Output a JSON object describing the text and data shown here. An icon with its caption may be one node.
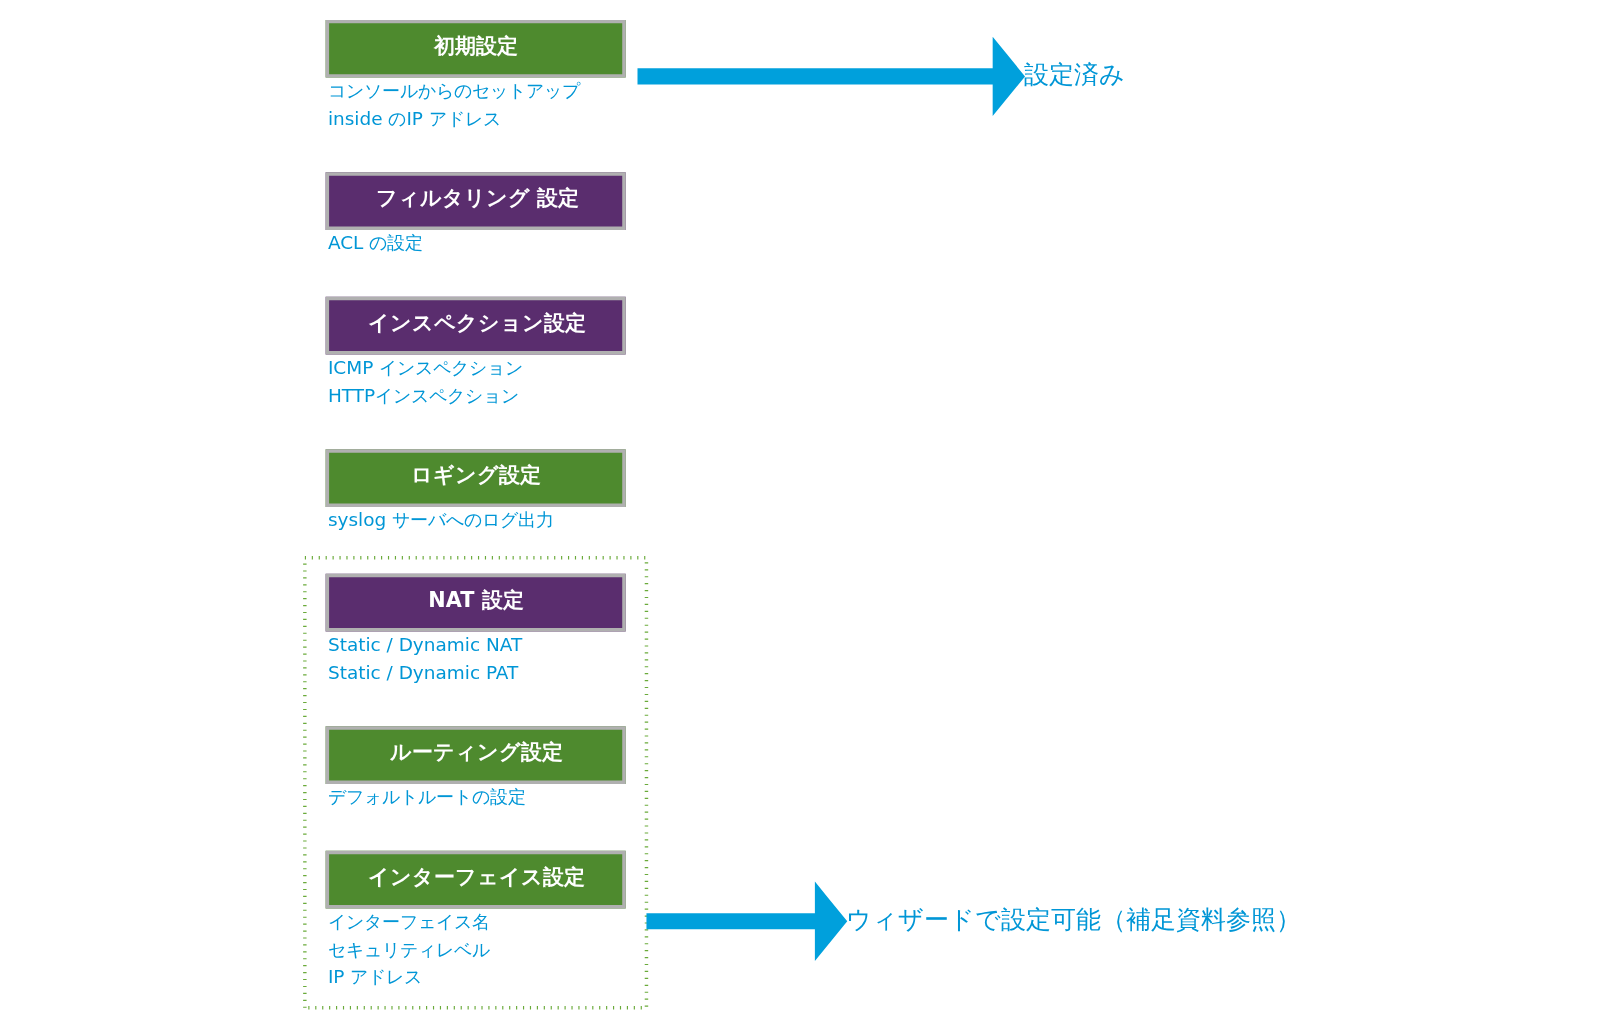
{
  "diagram": {
    "nodes": [
      {
        "text": [
          "初期設定"
        ],
        "beside": [
          "コンソールからのセットアップ",
          "inside のIP アドレス"
        ]
      },
      {
        "text": [
          "設定済み"
        ]
      },
      {
        "text": [],
        "shape": "box"
      },
      {
        "text": [
          "インターフェイス設定"
        ],
        "in": 2,
        "beside": [
          "インターフェイス名",
          "セキュリティレベル",
          "IP アドレス"
        ]
      },
      {
        "text": [
          "ルーティング設定"
        ],
        "in": 2,
        "beside": [
          "デフォルトルートの設定"
        ]
      },
      {
        "text": [
          "NAT 設定"
        ],
        "in": 2,
        "beside": [
          "Static / Dynamic NAT",
          "Static / Dynamic PAT"
        ]
      },
      {
        "text": [
          "フィルタリング 設定"
        ],
        "beside": [
          "ACL の設定"
        ]
      },
      {
        "text": [
          "インスペクション設定"
        ],
        "beside": [
          "ICMP インスペクション",
          "HTTPインスペクション"
        ]
      },
      {
        "text": [
          "ロギング設定"
        ],
        "beside": [
          "syslog サーバへのログ出力"
        ]
      },
      {
        "text": [
          "ウィザードで設定可能（補足資料参照）"
        ]
      }
    ],
    "edges": [
      {
        "from": 0,
        "to": 1,
        "arrow": "to"
      },
      {
        "from": 2,
        "to": 9,
        "arrow": "to"
      }
    ]
  }
}
